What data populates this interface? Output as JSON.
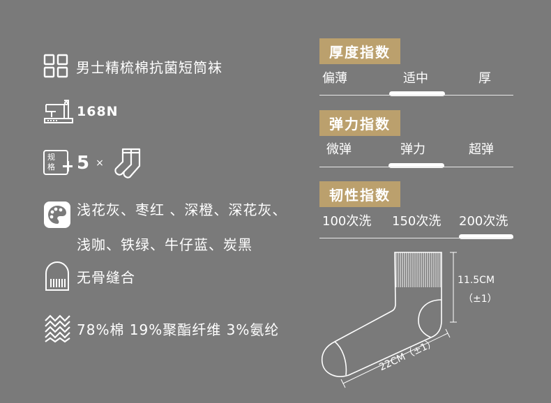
{
  "specs": {
    "name": "男士精梳棉抗菌短筒袜",
    "needle": "168N",
    "count": "5",
    "times": "×",
    "spec_icon_line1": "规",
    "spec_icon_line2": "格",
    "colors_line1": "浅花灰、枣红 、深橙、深花灰、",
    "colors_line2": "浅咖、铁绿、牛仔蓝、炭黑",
    "seam": "无骨缝合",
    "material": "78%棉 19%聚酯纤维 3%氨纶"
  },
  "thickness": {
    "title": "厚度指数",
    "options": [
      "偏薄",
      "适中",
      "厚"
    ],
    "selected_index": 1
  },
  "elasticity": {
    "title": "弹力指数",
    "options": [
      "微弹",
      "弹力",
      "超弹"
    ],
    "selected_index": 1
  },
  "toughness": {
    "title": "韧性指数",
    "options": [
      "100次洗",
      "150次洗",
      "200次洗"
    ],
    "selected_index": 2
  },
  "sock": {
    "height": "11.5CM",
    "height_tol": "（±1）",
    "length": "22CM（±1）"
  },
  "icons": {
    "name": "grid-icon",
    "needle": "sewing-machine-icon",
    "spec": "spec-plus-icon",
    "socks": "socks-icon",
    "colors": "palette-icon",
    "seam": "seamless-sock-icon",
    "material": "fabric-weave-icon"
  },
  "colors": {
    "background": "#7a7a7a",
    "badge": "#bba06d",
    "text": "#ffffff"
  }
}
